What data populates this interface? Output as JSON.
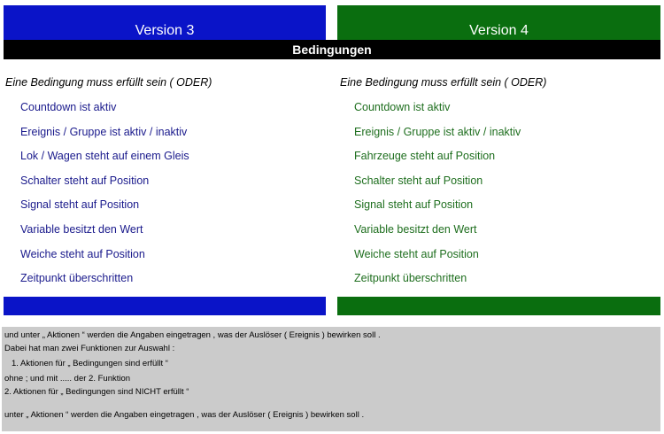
{
  "header": {
    "left_title": "Version 3",
    "right_title": "Version 4",
    "colors": {
      "left": "#0a14c8",
      "right": "#0a6e0f",
      "bar": "#000000"
    }
  },
  "section_title": "Bedingungen",
  "left": {
    "intro": "Eine Bedingung muss erfüllt sein ( ODER)",
    "items": [
      "Countdown ist aktiv",
      "Ereignis / Gruppe ist aktiv / inaktiv",
      "Lok / Wagen steht auf einem Gleis",
      "Schalter steht auf Position",
      "Signal steht auf Position",
      "Variable besitzt den Wert",
      "Weiche steht auf Position",
      "Zeitpunkt überschritten"
    ]
  },
  "right": {
    "intro": "Eine Bedingung muss erfüllt sein ( ODER)",
    "items": [
      "Countdown ist aktiv",
      "Ereignis / Gruppe ist aktiv / inaktiv",
      "Fahrzeuge steht auf Position",
      "Schalter steht auf Position",
      "Signal steht auf Position",
      "Variable besitzt den Wert",
      "Weiche steht auf Position",
      "Zeitpunkt überschritten"
    ]
  },
  "notes": [
    "und unter „ Aktionen “ werden die Angaben eingetragen , was der Auslöser ( Ereignis ) bewirken soll .",
    "Dabei hat man zwei Funktionen zur Auswahl :",
    "1. Aktionen für „ Bedingungen sind erfüllt “",
    "ohne ; und mit  .....    der 2. Funktion",
    "2. Aktionen für „ Bedingungen sind NICHT erfüllt “",
    "unter „  Aktionen “ werden die Angaben eingetragen , was der Auslöser ( Ereignis ) bewirken soll ."
  ]
}
